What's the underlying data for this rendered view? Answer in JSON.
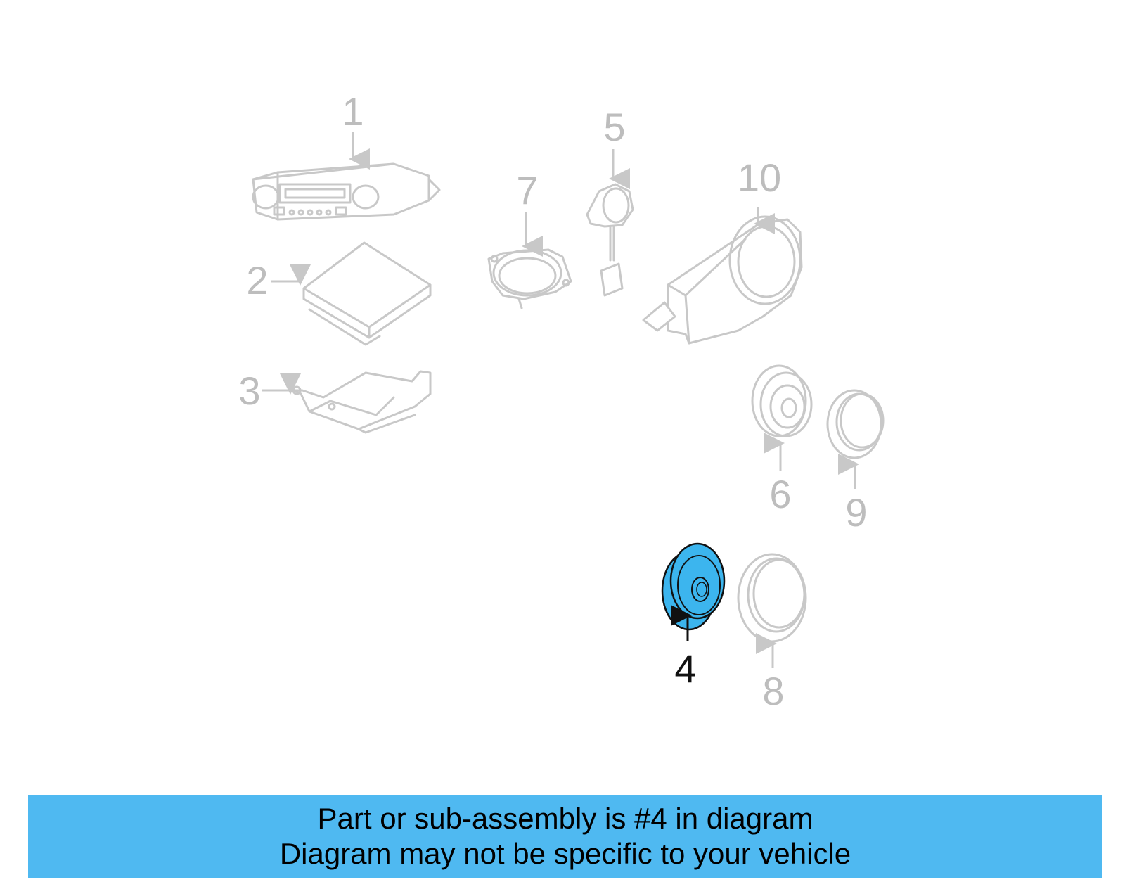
{
  "callouts": {
    "c1": "1",
    "c2": "2",
    "c3": "3",
    "c4": "4",
    "c5": "5",
    "c6": "6",
    "c7": "7",
    "c8": "8",
    "c9": "9",
    "c10": "10"
  },
  "highlight": {
    "part": "4",
    "color": "#3cb5ee"
  },
  "banner": {
    "line1": "Part or sub-assembly is #4 in diagram",
    "line2": "Diagram may not be specific to your vehicle",
    "color": "#4fb9f1"
  }
}
